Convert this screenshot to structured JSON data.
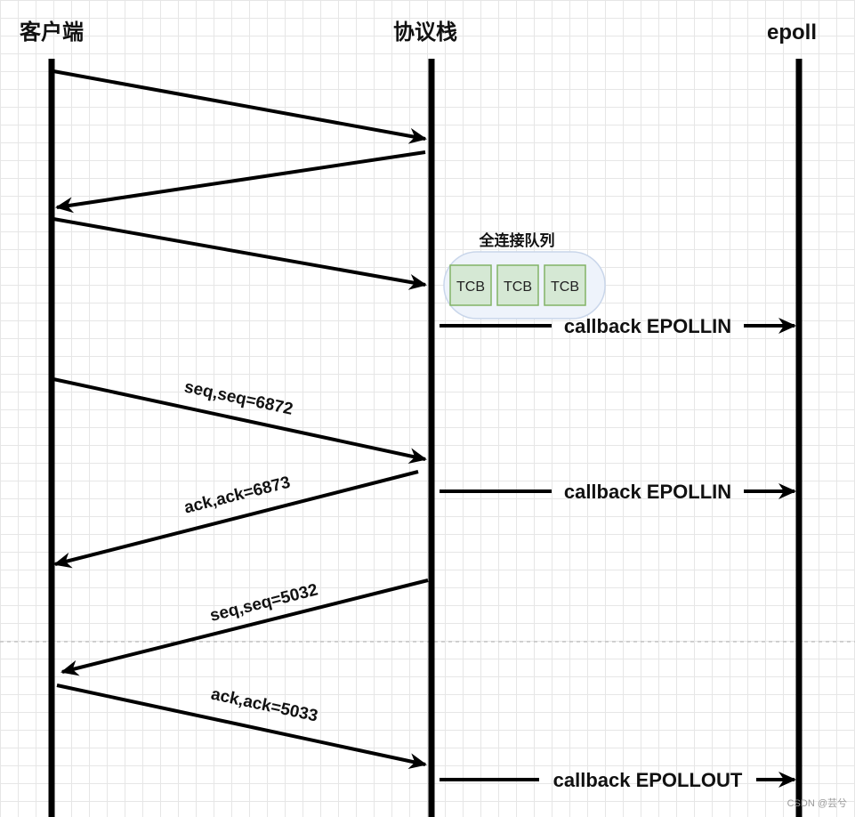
{
  "participants": {
    "client": "客户端",
    "stack": "协议栈",
    "epoll": "epoll"
  },
  "queue": {
    "label": "全连接队列",
    "items": [
      "TCB",
      "TCB",
      "TCB"
    ]
  },
  "messages": {
    "seq1": "seq,seq=6872",
    "ack1": "ack,ack=6873",
    "seq2": "seq,seq=5032",
    "ack2": "ack,ack=5033"
  },
  "callbacks": {
    "cb1": "callback EPOLLIN",
    "cb2": "callback EPOLLIN",
    "cb3": "callback EPOLLOUT"
  },
  "watermark": "CSDN @芸兮",
  "colors": {
    "line": "#000000",
    "tcb_fill": "#d5e8d4",
    "tcb_stroke": "#82b366",
    "queue_fill": "#eef3fb",
    "queue_stroke": "#c9d6ea"
  }
}
